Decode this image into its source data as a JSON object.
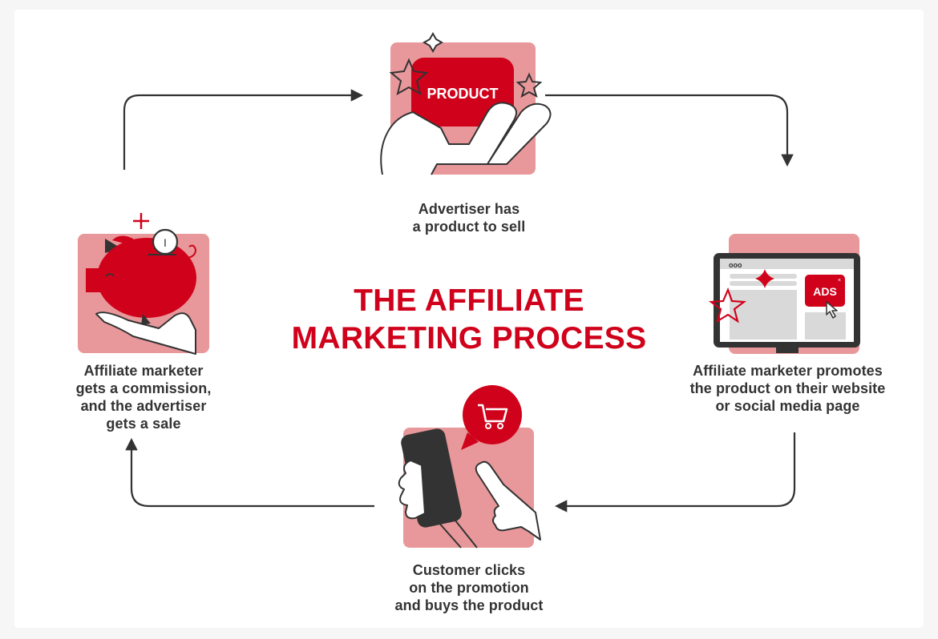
{
  "diagram": {
    "title": "THE AFFILIATE\nMARKETING PROCESS",
    "colors": {
      "accent_red": "#d0021b",
      "tile_pink": "#e8989a",
      "stroke_dark": "#333333",
      "screen_grey": "#d9d9d9",
      "background": "#ffffff",
      "outer_background": "#f6f6f7"
    },
    "steps": [
      {
        "id": "advertiser",
        "icon": "hand-holding-product-icon",
        "badge_text": "PRODUCT",
        "label": "Advertiser has\na product to sell"
      },
      {
        "id": "promote",
        "icon": "monitor-ads-icon",
        "badge_text": "ADS",
        "browser_dots": "ooo",
        "label": "Affiliate marketer promotes\nthe product on their website\nor social media page"
      },
      {
        "id": "customer",
        "icon": "phone-tap-cart-icon",
        "label": "Customer clicks\non the promotion\nand buys the product"
      },
      {
        "id": "commission",
        "icon": "piggy-bank-coin-icon",
        "coin_text": "I",
        "label": "Affiliate marketer\ngets a commission,\nand the advertiser\ngets a sale"
      }
    ],
    "flow": [
      {
        "from": "commission",
        "to": "advertiser",
        "direction": "up-then-right"
      },
      {
        "from": "advertiser",
        "to": "promote",
        "direction": "right-then-down"
      },
      {
        "from": "promote",
        "to": "customer",
        "direction": "down-then-left"
      },
      {
        "from": "customer",
        "to": "commission",
        "direction": "left-then-up"
      }
    ]
  }
}
